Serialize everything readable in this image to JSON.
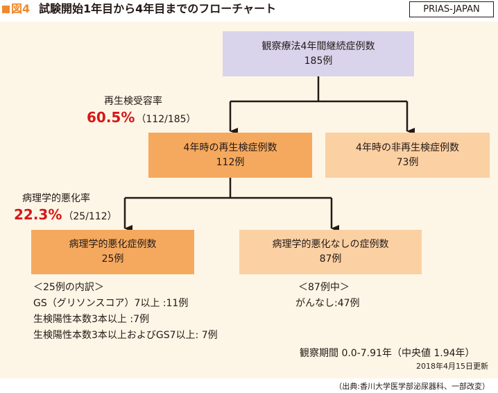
{
  "header": {
    "figure_label": "図4",
    "title": "試験開始1年目から4年目までのフローチャート",
    "brand": "PRIAS-JAPAN"
  },
  "boxes": {
    "top": {
      "line1": "観察療法4年間継続症例数",
      "line2": "185例"
    },
    "mid_left": {
      "line1": "4年時の再生検症例数",
      "line2": "112例"
    },
    "mid_right": {
      "line1": "4年時の非再生検症例数",
      "line2": "73例"
    },
    "bot_left": {
      "line1": "病理学的悪化症例数",
      "line2": "25例"
    },
    "bot_right": {
      "line1": "病理学的悪化なしの症例数",
      "line2": "87例"
    }
  },
  "rebiopsy": {
    "label": "再生検受容率",
    "percent": "60.5%",
    "fraction": "（112/185）"
  },
  "progression": {
    "label": "病理学的悪化率",
    "percent": "22.3%",
    "fraction": "（25/112）"
  },
  "breakdown_25": [
    "＜25例の内訳＞",
    "GS（グリソンスコア）7以上 :11例",
    "生検陽性本数3本以上 :7例",
    "生検陽性本数3本以上およびGS7以上: 7例"
  ],
  "breakdown_87": [
    "＜87例中＞",
    "がんなし:47例"
  ],
  "observation": "観察期間 0.0-7.91年（中央値 1.94年）",
  "updated": "2018年4月15日更新",
  "source": "（出典:香川大学医学部泌尿器科、一部改変）",
  "colors": {
    "accent_orange": "#ef8a2e",
    "highlight_red": "#d71718",
    "panel_bg": "#fdf6e6",
    "lavender_box": "#d9d4ec",
    "orange_box": "#f5a95e",
    "peach_box": "#fbd0a3"
  }
}
